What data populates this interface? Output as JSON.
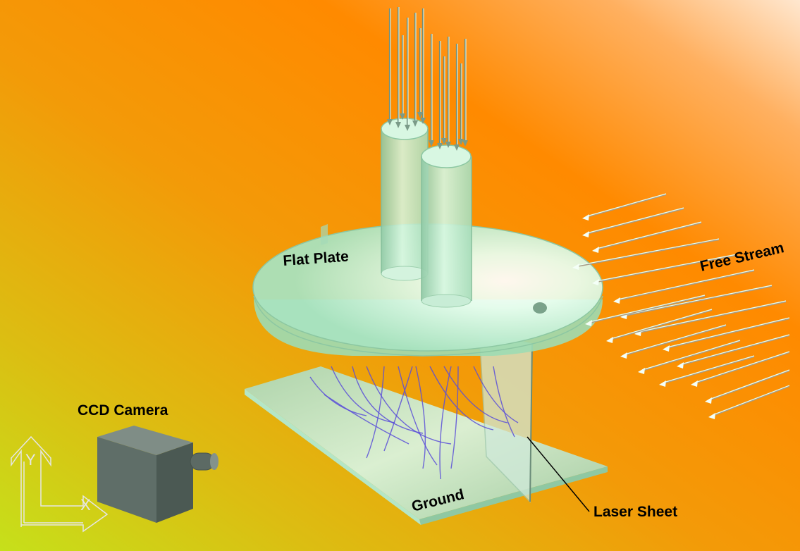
{
  "labels": {
    "flat_plate": "Flat Plate",
    "free_stream": "Free Stream",
    "ccd_camera": "CCD Camera",
    "ground": "Ground",
    "laser_sheet": "Laser Sheet",
    "axis_y": "Y",
    "axis_x": "X"
  },
  "colors": {
    "background_top_right": "#ff8a00",
    "background_bottom_left": "#c8dc1a",
    "glass": "#b9f0cf",
    "arrow": "#e8fff0",
    "streamline": "#5a4fd8",
    "camera": "#5f6e68"
  },
  "icons": [
    "flow-arrow-icon",
    "camera-icon",
    "axis-icon"
  ]
}
